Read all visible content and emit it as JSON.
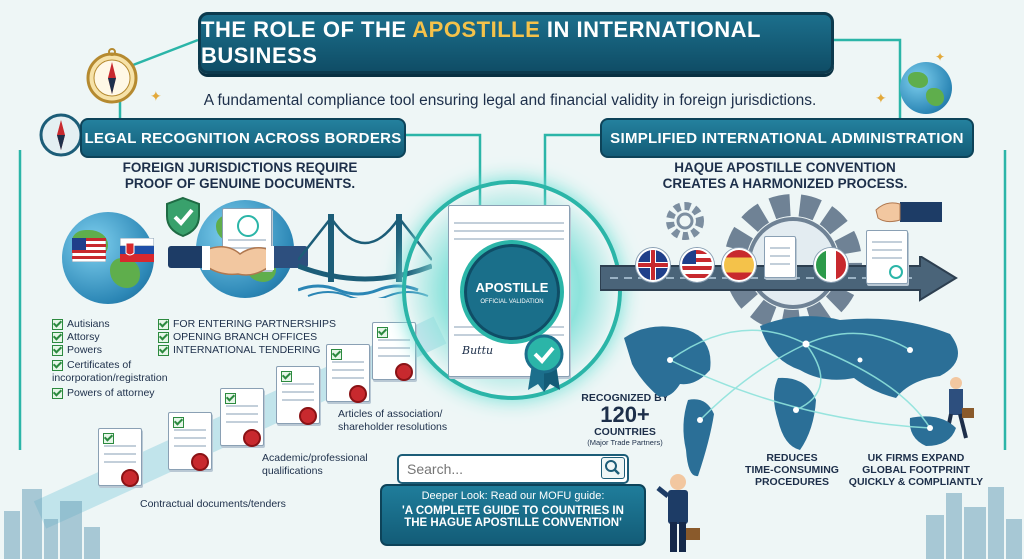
{
  "title": {
    "prefix": "THE ROLE OF THE ",
    "accent": "APOSTILLE",
    "suffix": " IN INTERNATIONAL BUSINESS"
  },
  "subtitle": "A fundamental compliance tool ensuring legal and financial validity in foreign jurisdictions.",
  "left": {
    "heading": "LEGAL RECOGNITION ACROSS BORDERS",
    "caption_line1": "FOREIGN JURISDICTIONS REQUIRE",
    "caption_line2": "PROOF OF GENUINE DOCUMENTS.",
    "list_a": [
      "Autisians",
      "Attorsy",
      "Powers",
      "Certificates of incorporation/registration",
      "Powers of attorney"
    ],
    "list_b": [
      "FOR ENTERING PARTNERSHIPS",
      "OPENING BRANCH OFFICES",
      "INTERNATIONAL TENDERING"
    ],
    "doc_labels": {
      "articles": "Articles of association/ shareholder resolutions",
      "academic": "Academic/professional qualifications",
      "contracts": "Contractual documents/tenders"
    }
  },
  "center": {
    "seal_text": "APOSTILLE",
    "seal_subtext": "OFFICIAL VALIDATION",
    "signature": "Buttu",
    "recognized_line1": "RECOGNIZED BY",
    "recognized_count": "120+",
    "recognized_line2": "COUNTRIES",
    "recognized_note": "(Major Trade Partners)",
    "search_placeholder": "Search...",
    "guide_line1": "Deeper Look: Read our MOFU guide:",
    "guide_line2": "'A COMPLETE GUIDE TO COUNTRIES IN",
    "guide_line3": "THE HAGUE APOSTILLE CONVENTION'"
  },
  "right": {
    "heading": "SIMPLIFIED INTERNATIONAL ADMINISTRATION",
    "caption_line1": "HAQUE APOSTILLE CONVENTION",
    "caption_line2": "CREATES A HARMONIZED PROCESS.",
    "reduces": [
      "REDUCES",
      "TIME-CONSUMING",
      "PROCEDURES"
    ],
    "uk": [
      "UK FIRMS EXPAND",
      "GLOBAL FOOTPRINT",
      "QUICKLY & COMPLIANTLY"
    ]
  },
  "colors": {
    "accent": "#f4c24a",
    "banner": "#135c77",
    "teal": "#2bb5a8",
    "seal_red": "#c8292e"
  },
  "icons": [
    "compass-icon",
    "globe-icon",
    "shield-check-icon",
    "handshake-icon",
    "bridge-icon",
    "gear-icon",
    "search-icon",
    "arrow-icon",
    "sparkle-icon"
  ]
}
